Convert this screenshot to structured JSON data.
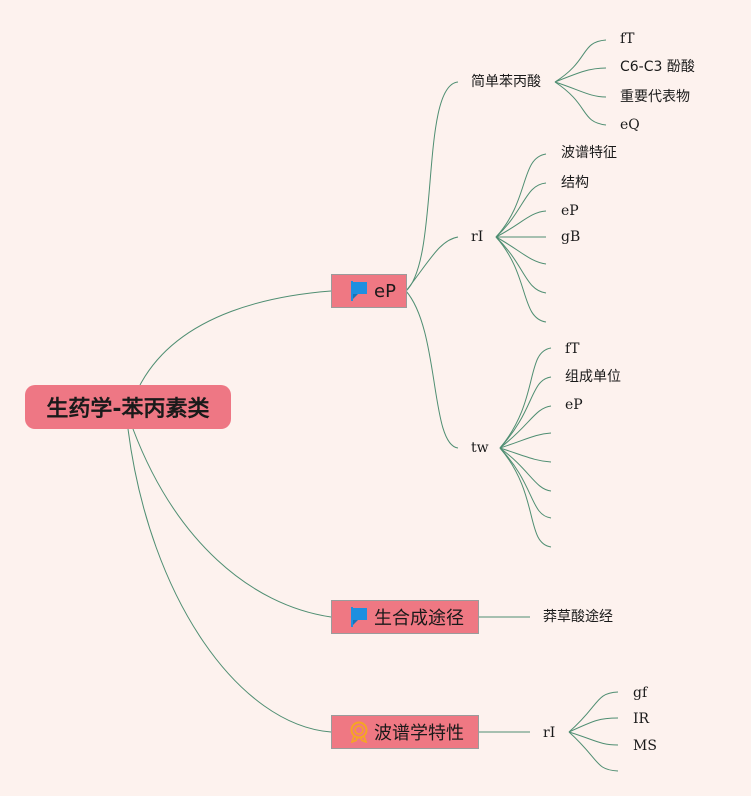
{
  "root": {
    "label": "生药学-苯丙素类"
  },
  "branches": [
    {
      "label": "eP",
      "icon": "blue-flag-icon",
      "children": [
        {
          "label": "简单苯丙酸",
          "children": [
            "fT",
            "C6-C3 酚酸",
            "重要代表物",
            "eQ"
          ]
        },
        {
          "label": "rI",
          "children": [
            "波谱特征",
            "结构",
            "eP",
            "gB",
            "",
            "",
            ""
          ]
        },
        {
          "label": "tw",
          "children": [
            "fT",
            "组成单位",
            "eP",
            "",
            "",
            "",
            "",
            ""
          ]
        }
      ]
    },
    {
      "label": "生合成途径",
      "icon": "blue-flag-icon",
      "children": [
        {
          "label": "莽草酸途经",
          "children": []
        }
      ]
    },
    {
      "label": "波谱学特性",
      "icon": "award-medal-icon",
      "children": [
        {
          "label": "rI",
          "children": [
            "gf",
            "IR",
            "MS",
            ""
          ]
        }
      ]
    }
  ],
  "colors": {
    "background": "#fdf2ee",
    "node_fill": "#ef7883",
    "connector": "#4f8e72",
    "flag": "#1e8fe0",
    "medal": "#f5a623"
  }
}
